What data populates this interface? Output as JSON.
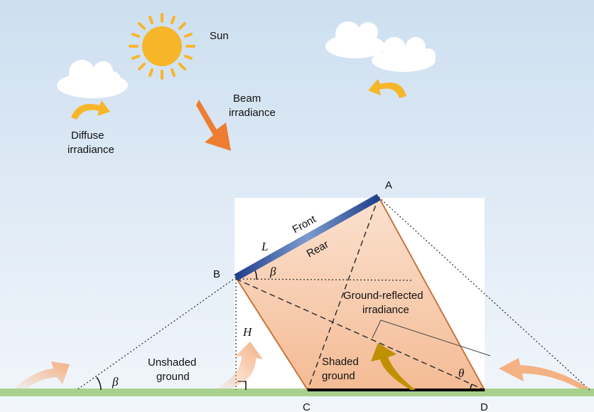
{
  "labels": {
    "sun": "Sun",
    "beam_1": "Beam",
    "beam_2": "irradiance",
    "diffuse_1": "Diffuse",
    "diffuse_2": "irradiance",
    "front": "Front",
    "rear": "Rear",
    "length": "L",
    "height": "H",
    "tilt_angle": "β",
    "tilt_angle_ground": "β",
    "theta": "θ",
    "ground_reflected_1": "Ground-reflected",
    "ground_reflected_2": "irradiance",
    "shaded_1": "Shaded",
    "shaded_2": "ground",
    "unshaded_1": "Unshaded",
    "unshaded_2": "ground",
    "point_a": "A",
    "point_b": "B",
    "point_c": "C",
    "point_d": "D"
  },
  "colors": {
    "sky_top": "#cddff0",
    "sky_bottom": "#f2f6fb",
    "ground": "#a9d18e",
    "shadow_fill": "#f6c7a6",
    "panel": "#2e4f9a",
    "sun": "#f7b52a",
    "beam_arrow": "#ee7d31",
    "reflect_arrow": "#f4b183",
    "ground_reflect_arrow": "#bf9000"
  }
}
